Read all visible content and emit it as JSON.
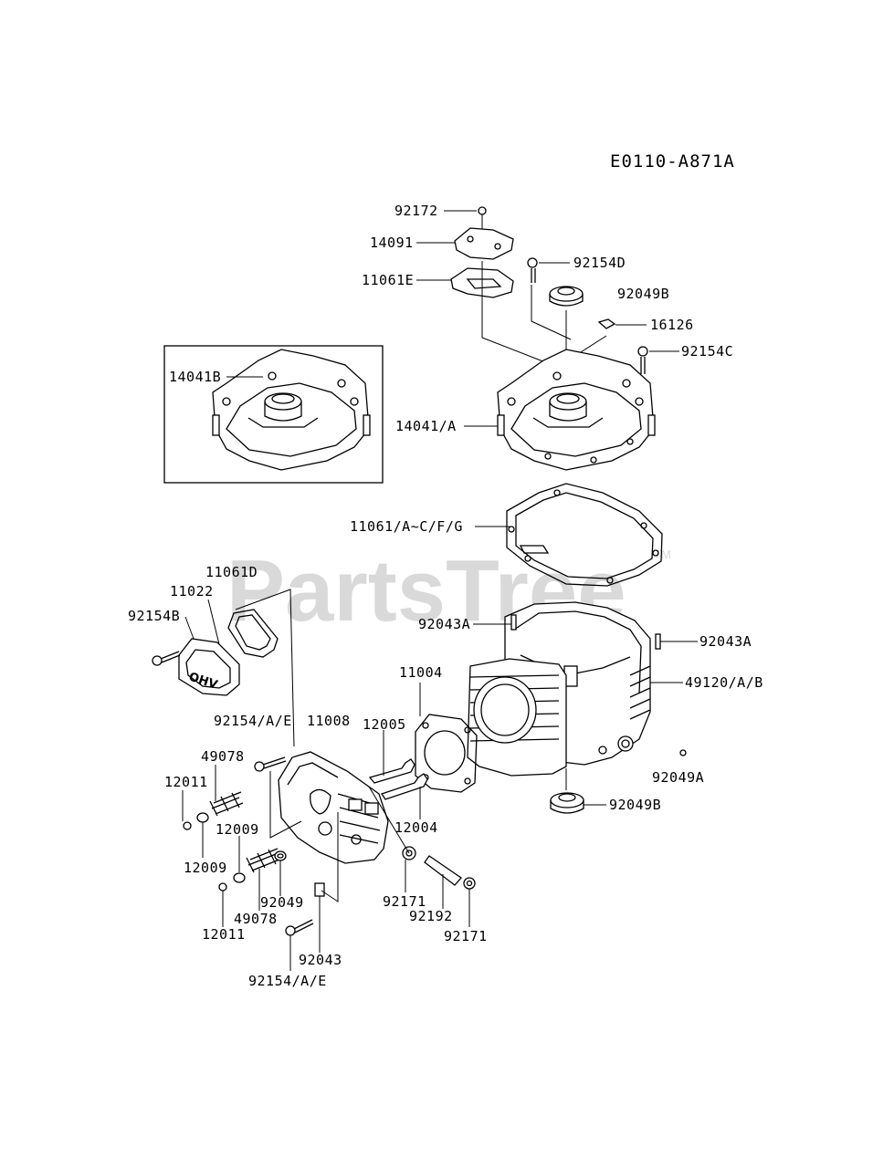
{
  "diagram_code": "E0110-A871A",
  "watermark": {
    "text": "PartsTree",
    "tm": "TM"
  },
  "parts": {
    "p92172": "92172",
    "p14091": "14091",
    "p92154D": "92154D",
    "p11061E": "11061E",
    "p92049B_top": "92049B",
    "p16126": "16126",
    "p92154C": "92154C",
    "p14041B": "14041B",
    "p14041A": "14041/A",
    "p11061ACFG": "11061/A~C/F/G",
    "p11061D": "11061D",
    "p11022": "11022",
    "p92154B": "92154B",
    "p92043A_left": "92043A",
    "p92043A_right": "92043A",
    "p11004": "11004",
    "p49120": "49120/A/B",
    "p92154AE_upper": "92154/A/E",
    "p11008": "11008",
    "p12005": "12005",
    "p49078_upper": "49078",
    "p92049A": "92049A",
    "p12011_upper": "12011",
    "p92049B_bottom": "92049B",
    "p12009_upper": "12009",
    "p12004": "12004",
    "p12009_lower": "12009",
    "p92049": "92049",
    "p92171_left": "92171",
    "p92192": "92192",
    "p49078_lower": "49078",
    "p12011_lower": "12011",
    "p92171_right": "92171",
    "p92043": "92043",
    "p92154AE_lower": "92154/A/E"
  }
}
